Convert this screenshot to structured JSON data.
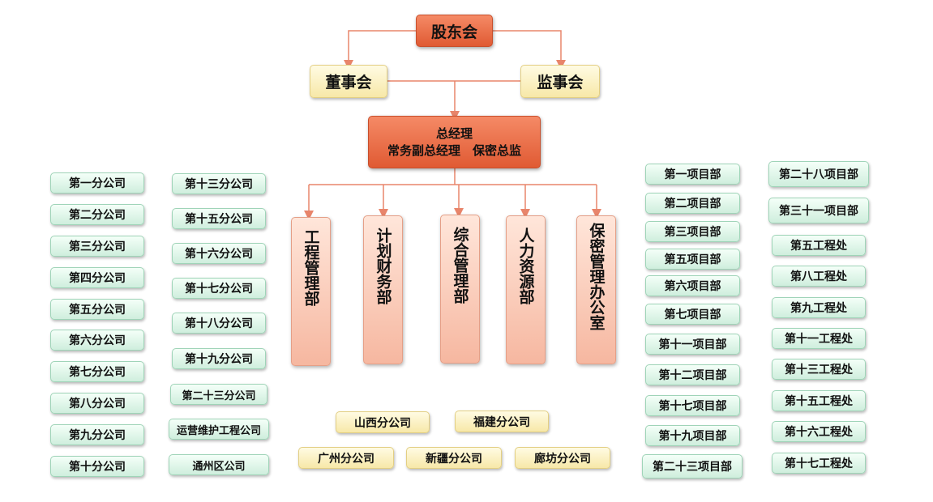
{
  "top": {
    "shareholders": "股东会"
  },
  "board": {
    "directors": "董事会",
    "supervisors": "监事会"
  },
  "executive": {
    "line1": "总经理",
    "line2": "常务副总经理　保密总监"
  },
  "departments": [
    "工程管理部",
    "计划财务部",
    "综合管理部",
    "人力资源部",
    "保密管理办公室"
  ],
  "subsidiaries_col1": [
    "第一分公司",
    "第二分公司",
    "第三分公司",
    "第四分公司",
    "第五分公司",
    "第六分公司",
    "第七分公司",
    "第八分公司",
    "第九分公司",
    "第十分公司"
  ],
  "subsidiaries_col2": [
    "第十三分公司",
    "第十五分公司",
    "第十六分公司",
    "第十七分公司",
    "第十八分公司",
    "第十九分公司",
    "第二十三分公司",
    "运营维护工程公司",
    "通州区公司"
  ],
  "regional_branches": [
    "山西分公司",
    "福建分公司",
    "广州分公司",
    "新疆分公司",
    "廊坊分公司"
  ],
  "project_depts_col1": [
    "第一项目部",
    "第二项目部",
    "第三项目部",
    "第五项目部",
    "第六项目部",
    "第七项目部",
    "第十一项目部",
    "第十二项目部",
    "第十七项目部",
    "第十九项目部",
    "第二十三项目部"
  ],
  "project_depts_col2": [
    "第二十八项目部",
    "第三十一项目部",
    "第五工程处",
    "第八工程处",
    "第九工程处",
    "第十一工程处",
    "第十三工程处",
    "第十五工程处",
    "第十六工程处",
    "第十七工程处"
  ],
  "colors": {
    "connector": "#e8856b",
    "node_orange": "#e8643c",
    "node_yellow": "#f9eeb5",
    "node_green": "#d9f3e5",
    "node_dept": "#fbd0c0"
  }
}
